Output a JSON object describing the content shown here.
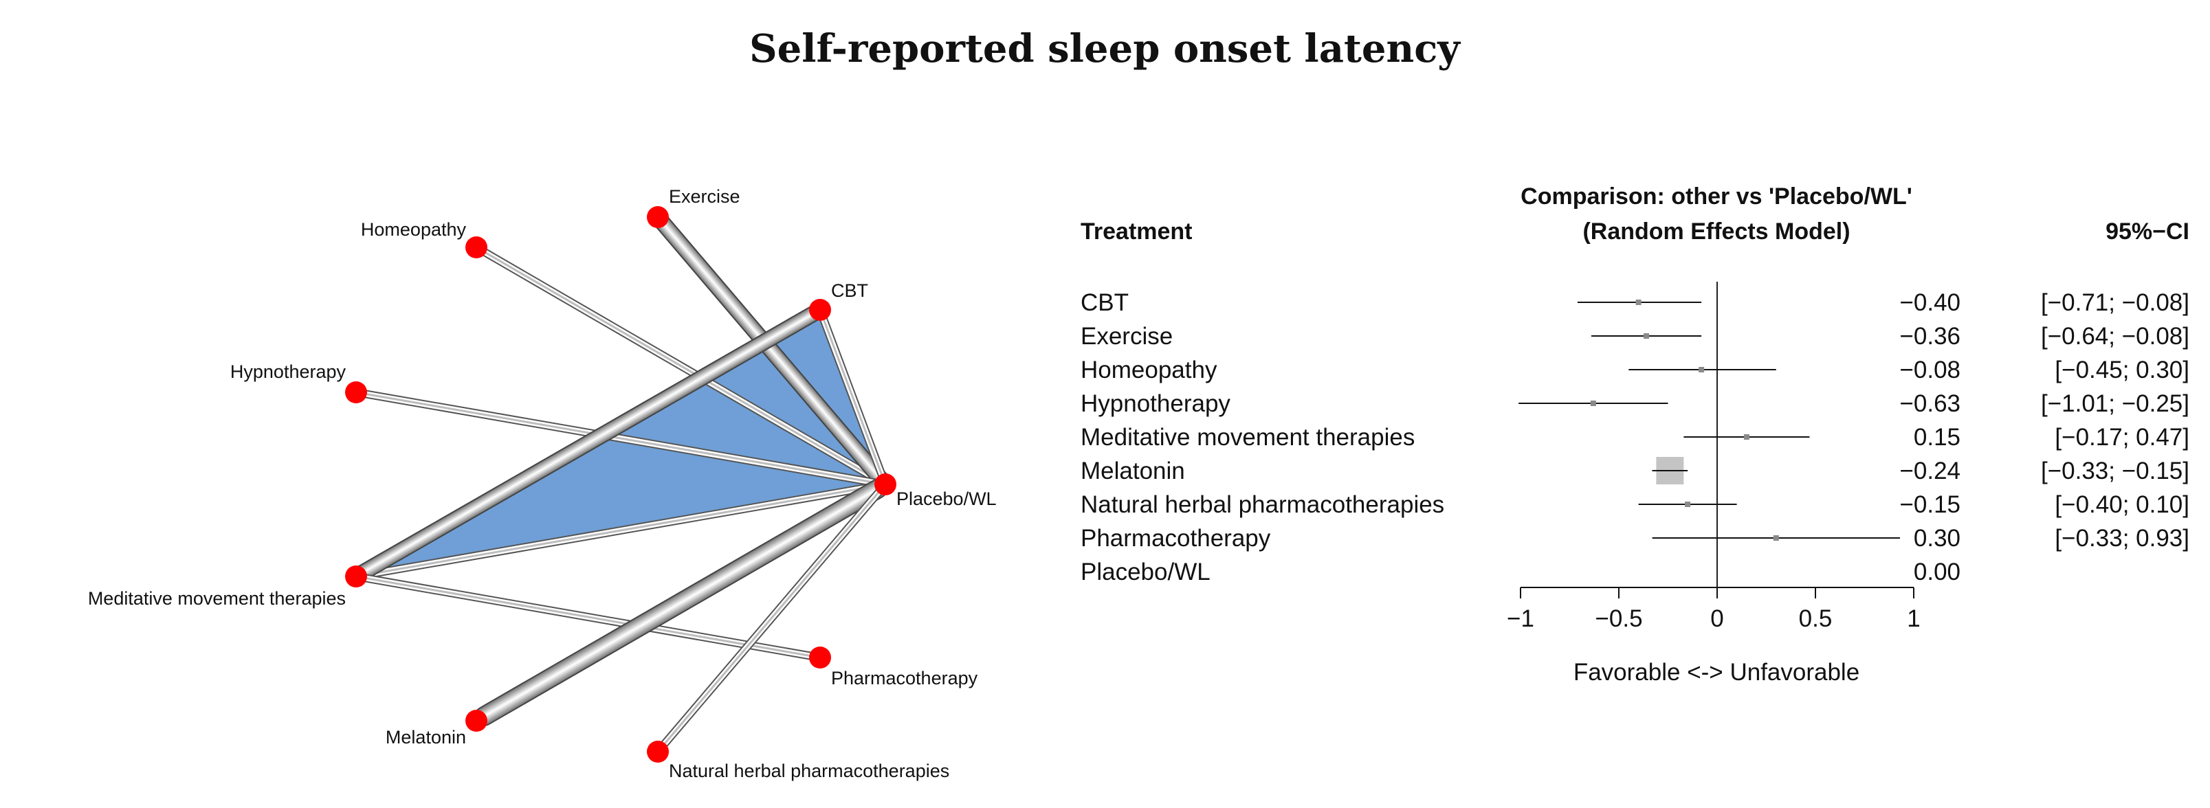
{
  "title": "Self-reported sleep onset latency",
  "chart_data": [
    {
      "type": "network",
      "nodes": [
        "Exercise",
        "Homeopathy",
        "CBT",
        "Hypnotherapy",
        "Placebo/WL",
        "Meditative movement therapies",
        "Pharmacotherapy",
        "Melatonin",
        "Natural herbal pharmacotherapies"
      ],
      "edges": [
        {
          "from": "Homeopathy",
          "to": "Placebo/WL",
          "weight": 1
        },
        {
          "from": "Exercise",
          "to": "Placebo/WL",
          "weight": 3
        },
        {
          "from": "CBT",
          "to": "Placebo/WL",
          "weight": 1
        },
        {
          "from": "Hypnotherapy",
          "to": "Placebo/WL",
          "weight": 1
        },
        {
          "from": "Meditative movement therapies",
          "to": "Placebo/WL",
          "weight": 1
        },
        {
          "from": "Meditative movement therapies",
          "to": "CBT",
          "weight": 3
        },
        {
          "from": "Meditative movement therapies",
          "to": "Pharmacotherapy",
          "weight": 1
        },
        {
          "from": "Melatonin",
          "to": "Placebo/WL",
          "weight": 4
        },
        {
          "from": "Natural herbal pharmacotherapies",
          "to": "Placebo/WL",
          "weight": 1
        }
      ],
      "multi_arm": [
        [
          "CBT",
          "Placebo/WL",
          "Meditative movement therapies"
        ]
      ],
      "node_color": "#ff0000",
      "edge_color": "#9a9a9a",
      "multi_arm_color": "#6f9fd6"
    },
    {
      "type": "forest",
      "title": "Comparison: other vs 'Placebo/WL'",
      "subtitle": "(Random Effects Model)",
      "column_treatment": "Treatment",
      "column_ci": "95%−CI",
      "xlabel": "Favorable <-> Unfavorable",
      "xlim": [
        -1,
        1
      ],
      "ticks": [
        "−1",
        "−0.5",
        "0",
        "0.5",
        "1"
      ],
      "rows": [
        {
          "treatment": "CBT",
          "estimate": -0.4,
          "lower": -0.71,
          "upper": -0.08,
          "est_text": "−0.40",
          "ci_text": "[−0.71; −0.08]"
        },
        {
          "treatment": "Exercise",
          "estimate": -0.36,
          "lower": -0.64,
          "upper": -0.08,
          "est_text": "−0.36",
          "ci_text": "[−0.64; −0.08]"
        },
        {
          "treatment": "Homeopathy",
          "estimate": -0.08,
          "lower": -0.45,
          "upper": 0.3,
          "est_text": "−0.08",
          "ci_text": "[−0.45; 0.30]"
        },
        {
          "treatment": "Hypnotherapy",
          "estimate": -0.63,
          "lower": -1.01,
          "upper": -0.25,
          "est_text": "−0.63",
          "ci_text": "[−1.01; −0.25]"
        },
        {
          "treatment": "Meditative movement therapies",
          "estimate": 0.15,
          "lower": -0.17,
          "upper": 0.47,
          "est_text": "0.15",
          "ci_text": "[−0.17; 0.47]"
        },
        {
          "treatment": "Melatonin",
          "estimate": -0.24,
          "lower": -0.33,
          "upper": -0.15,
          "est_text": "−0.24",
          "ci_text": "[−0.33; −0.15]"
        },
        {
          "treatment": "Natural herbal pharmacotherapies",
          "estimate": -0.15,
          "lower": -0.4,
          "upper": 0.1,
          "est_text": "−0.15",
          "ci_text": "[−0.40; 0.10]"
        },
        {
          "treatment": "Pharmacotherapy",
          "estimate": 0.3,
          "lower": -0.33,
          "upper": 0.93,
          "est_text": "0.30",
          "ci_text": "[−0.33; 0.93]"
        },
        {
          "treatment": "Placebo/WL",
          "estimate": null,
          "lower": null,
          "upper": null,
          "est_text": "0.00",
          "ci_text": ""
        }
      ]
    }
  ]
}
